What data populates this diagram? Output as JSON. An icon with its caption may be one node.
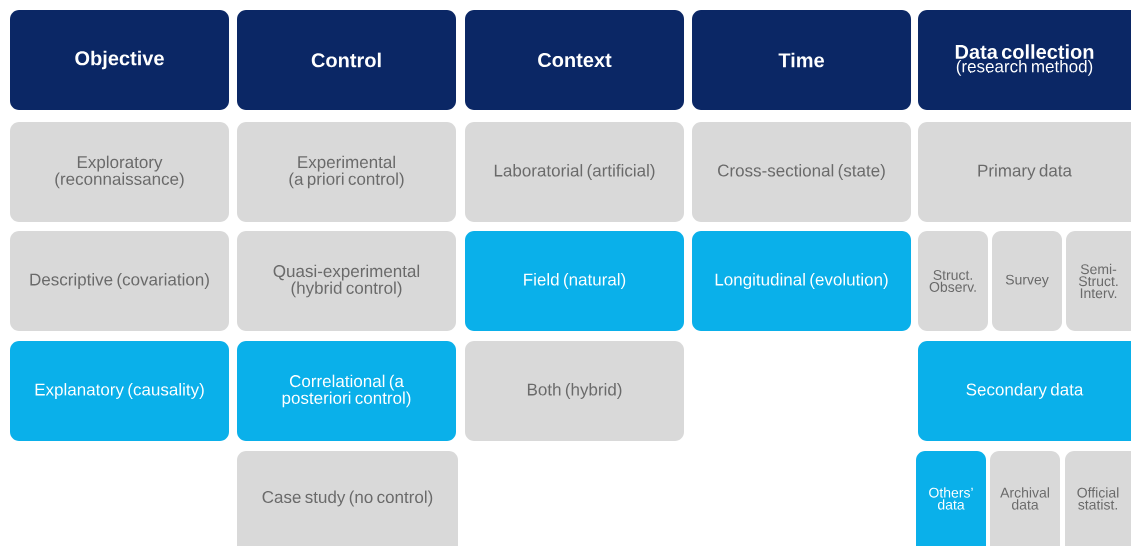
{
  "diagram": {
    "nodes": [
      {
        "text": [
          "Objective"
        ]
      },
      {
        "text": [
          "Control"
        ]
      },
      {
        "text": [
          "Context"
        ]
      },
      {
        "text": [
          "Time"
        ]
      },
      {
        "text": [
          "Data collection",
          "(research method)"
        ]
      },
      {
        "text": [
          "Exploratory (reconnaissance)"
        ]
      },
      {
        "text": [
          "Experimental (a priori control)"
        ]
      },
      {
        "text": [
          "Laboratorial (artificial)"
        ]
      },
      {
        "text": [
          "Cross-sectional (state)"
        ]
      },
      {
        "text": [
          "Primary data"
        ]
      },
      {
        "text": [
          "Descriptive (covariation)"
        ]
      },
      {
        "text": [
          "Quasi-experimental (hybrid control)"
        ]
      },
      {
        "text": [
          "Field (natural)"
        ]
      },
      {
        "text": [
          "Longitudinal (evolution)"
        ]
      },
      {
        "text": [
          "Struct. Observ."
        ]
      },
      {
        "text": [
          "Survey"
        ]
      },
      {
        "text": [
          "Semi-Struct. Interv."
        ]
      },
      {
        "text": [
          "Explanatory (causality)"
        ]
      },
      {
        "text": [
          "Correlational (a posteriori control)"
        ]
      },
      {
        "text": [
          "Both (hybrid)"
        ]
      },
      {
        "text": [
          "Secondary data"
        ]
      },
      {
        "text": [
          "Case study (no control)"
        ]
      },
      {
        "text": [
          "Others’ data"
        ]
      },
      {
        "text": [
          "Archival data"
        ]
      },
      {
        "text": [
          "Official statist."
        ]
      }
    ]
  }
}
